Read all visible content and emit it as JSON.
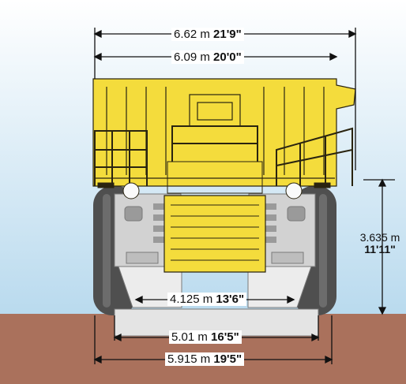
{
  "colors": {
    "sky_top": "#ffffff",
    "sky_bottom": "#bcdcef",
    "ground": "#a9705b",
    "body_yellow": "#f4dc3c",
    "body_outline": "#2a2410",
    "tire": "#4e4e4e",
    "frame": "#cfcfcf"
  },
  "dimensions": {
    "overall_width": {
      "metric": "6.62 m",
      "imperial": "21'9\""
    },
    "body_width": {
      "metric": "6.09 m",
      "imperial": "20'0\""
    },
    "canopy_height": {
      "metric": "3.635 m",
      "imperial": "11'11\""
    },
    "front_tread": {
      "metric": "4.125 m",
      "imperial": "13'6\""
    },
    "rear_tread": {
      "metric": "5.01 m",
      "imperial": "16'5\""
    },
    "tire_width": {
      "metric": "5.915 m",
      "imperial": "19'5\""
    }
  }
}
